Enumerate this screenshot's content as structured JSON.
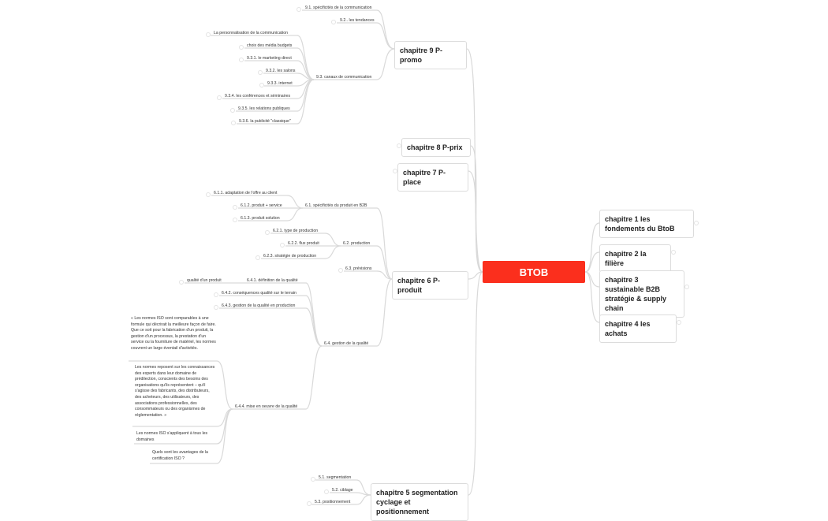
{
  "root": "BTOB",
  "right": {
    "c1": "chapitre 1 les fondements du BtoB",
    "c2": "chapitre 2 la filière",
    "c3": "chapitre 3 sustainable B2B stratégie & supply chain",
    "c4": "chapitre 4 les achats"
  },
  "left": {
    "c9": {
      "title": "chapitre 9 P-promo",
      "s1": "9.1. spécificités de la communication",
      "s2": "9.2.. les tendances",
      "s3": "9.3. canaux de communication",
      "s3_items": [
        "La personnalisation de la communication",
        "choix des média budgets",
        "9.3.1. le marketing direct",
        "9.3.2. les salons",
        "9.3.3. internet",
        "9.3.4. les conférences et séminaires",
        "9.3.5. les relations publiques",
        "9.3.6. la publicité \"classique\""
      ]
    },
    "c8": {
      "title": "chapitre 8 P-prix"
    },
    "c7": {
      "title": "chapitre 7 P-place"
    },
    "c6": {
      "title": "chapitre 6 P-produit",
      "s1": "6.1. spécificités du produit en B2B",
      "s1_items": [
        "6.1.1. adaptation de l'offre au client",
        "6.1.2. produit + service",
        "6.1.3. produit solution"
      ],
      "s2": "6.2. production",
      "s2_items": [
        "6.2.1. type de production",
        "6.2.2. flux produit",
        "6.2.3. stratégie de production"
      ],
      "s3": "6.3. prévisions",
      "s4": "6.4. gestion de la qualité",
      "s4_1": "6.4.1. définition de la qualité",
      "s4_1_item": "qualité d'un produit",
      "s4_2": "6.4.2. conséquences qualité sur le terrain",
      "s4_3": "6.4.3. gestion de la qualité en production",
      "s4_4": "6.4.4. mise en oeuvre de la qualité",
      "s4_4_items": [
        "« Les normes ISO sont comparables à une formule qui décrirait la meilleure façon de faire. Que ce soit pour la fabrication d'un produit, la gestion d'un processus, la prestation d'un service ou la fourniture de matériel, les normes couvrent un large éventail d'activités.",
        "Les normes reposent sur les connaissances des experts dans leur domaine de prédilection, conscients des besoins des organisations qu'ils représentent – qu'il s'agisse des fabricants, des distributeurs, des acheteurs, des utilisateurs, des associations professionnelles, des consommateurs ou des organismes de réglementation. »",
        "Les normes ISO s'appliquent à tous les domaines",
        "Quels sont les avantages de la certification ISO ?"
      ]
    },
    "c5": {
      "title": "chapitre 5 segmentation cyclage et positionnement",
      "items": [
        "5.1. segmentation",
        "5.2. ciblage",
        "5.3. positionnement"
      ]
    }
  }
}
